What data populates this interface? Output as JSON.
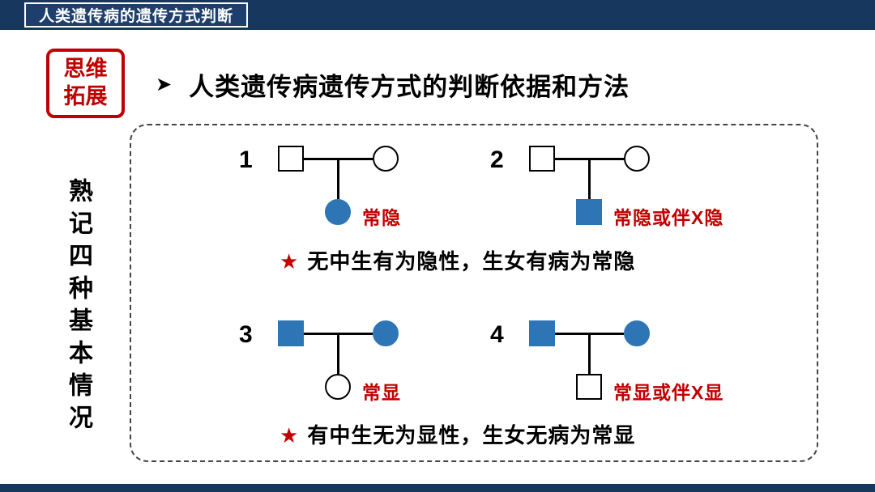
{
  "colors": {
    "navy": "#17375E",
    "red": "#C00000",
    "blue": "#2E75B6"
  },
  "top_bar": {
    "title": "人类遗传病的遗传方式判断"
  },
  "badge": {
    "line1": "思维",
    "line2": "拓展"
  },
  "heading": {
    "bullet": "➤",
    "text": "人类遗传病遗传方式的判断依据和方法"
  },
  "side_label": "熟记四种基本情况",
  "panel": {
    "pedigrees": [
      {
        "number": "1",
        "father": "unaffected-male",
        "mother": "unaffected-female",
        "child": "affected-female",
        "label": "常隐"
      },
      {
        "number": "2",
        "father": "unaffected-male",
        "mother": "unaffected-female",
        "child": "affected-male",
        "label": "常隐或伴X隐"
      },
      {
        "number": "3",
        "father": "affected-male",
        "mother": "affected-female",
        "child": "unaffected-female",
        "label": "常显"
      },
      {
        "number": "4",
        "father": "affected-male",
        "mother": "affected-female",
        "child": "unaffected-male",
        "label": "常显或伴X显"
      }
    ],
    "notes": [
      {
        "star": "★",
        "text": "无中生有为隐性，生女有病为常隐"
      },
      {
        "star": "★",
        "text": "有中生无为显性，生女无病为常显"
      }
    ]
  }
}
